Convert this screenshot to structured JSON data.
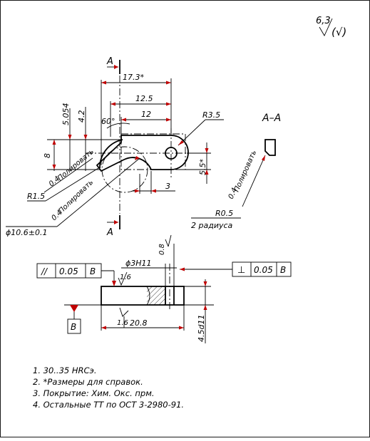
{
  "roughness": {
    "value": "6,3",
    "suffix": "(√)"
  },
  "section": {
    "marker": "A",
    "title": "A–A"
  },
  "dims": {
    "d173": "17.3*",
    "d125": "12.5",
    "d12": "12",
    "d5054": "5.054",
    "d42": "4.2",
    "angle": "60°",
    "r35": "R3.5",
    "d8": "8",
    "d55": "5.5*",
    "d3": "3",
    "r15": "R1.5",
    "rough04": "0.4",
    "polish": "Полировать",
    "dia106": "ϕ10.6±0.1",
    "r05": "R0.5",
    "two_radii": "2 радиуса",
    "dia3h11": "ϕ3H11",
    "rough08": "0.8",
    "rough16": "1.6",
    "d208": "20.8",
    "d45": "4.5d11"
  },
  "tolerance_parallel": {
    "symbol": "//",
    "value": "0.05",
    "datum": "B"
  },
  "tolerance_perp": {
    "symbol": "⊥",
    "value": "0.05",
    "datum": "B"
  },
  "datum_label": "B",
  "notes": [
    "1. 30..35 HRCэ.",
    "2. *Размеры для справок.",
    "3. Покрытие: Хим. Окс. прм.",
    "4. Остальные ТТ по ОСТ 3-2980-91."
  ]
}
